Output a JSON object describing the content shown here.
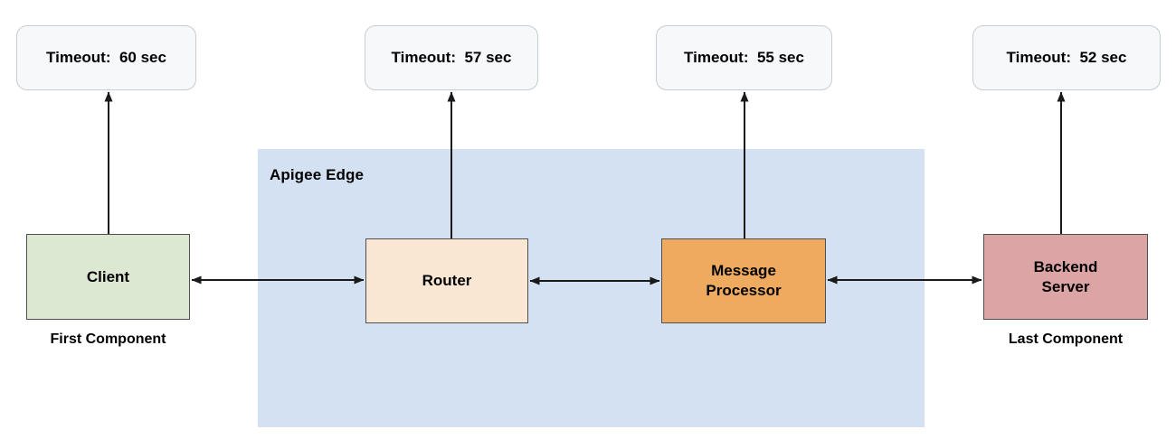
{
  "diagram": {
    "title_region": {
      "label": "Apigee Edge",
      "fill": "#d4e1f2"
    },
    "timeouts": [
      {
        "name": "client-timeout",
        "text": "Timeout:  60 sec"
      },
      {
        "name": "router-timeout",
        "text": "Timeout:  57 sec"
      },
      {
        "name": "mp-timeout",
        "text": "Timeout:  55 sec"
      },
      {
        "name": "backend-timeout",
        "text": "Timeout:  52 sec"
      }
    ],
    "nodes": [
      {
        "name": "client",
        "label": "Client",
        "fill": "#dde8d3"
      },
      {
        "name": "router",
        "label": "Router",
        "fill": "#fae7d3"
      },
      {
        "name": "message-processor",
        "label": "Message\nProcessor",
        "fill": "#eeaa5f"
      },
      {
        "name": "backend-server",
        "label": "Backend\nServer",
        "fill": "#dca4a4"
      }
    ],
    "captions": {
      "first": "First Component",
      "last": "Last Component"
    },
    "colors": {
      "edge_fill": "#d4e1f2",
      "bubble_fill": "#f6f8fa",
      "bubble_border": "#c8cdd2",
      "node_border": "#4f4f4f",
      "arrow": "#1a1a1a",
      "text": "#000000"
    }
  }
}
